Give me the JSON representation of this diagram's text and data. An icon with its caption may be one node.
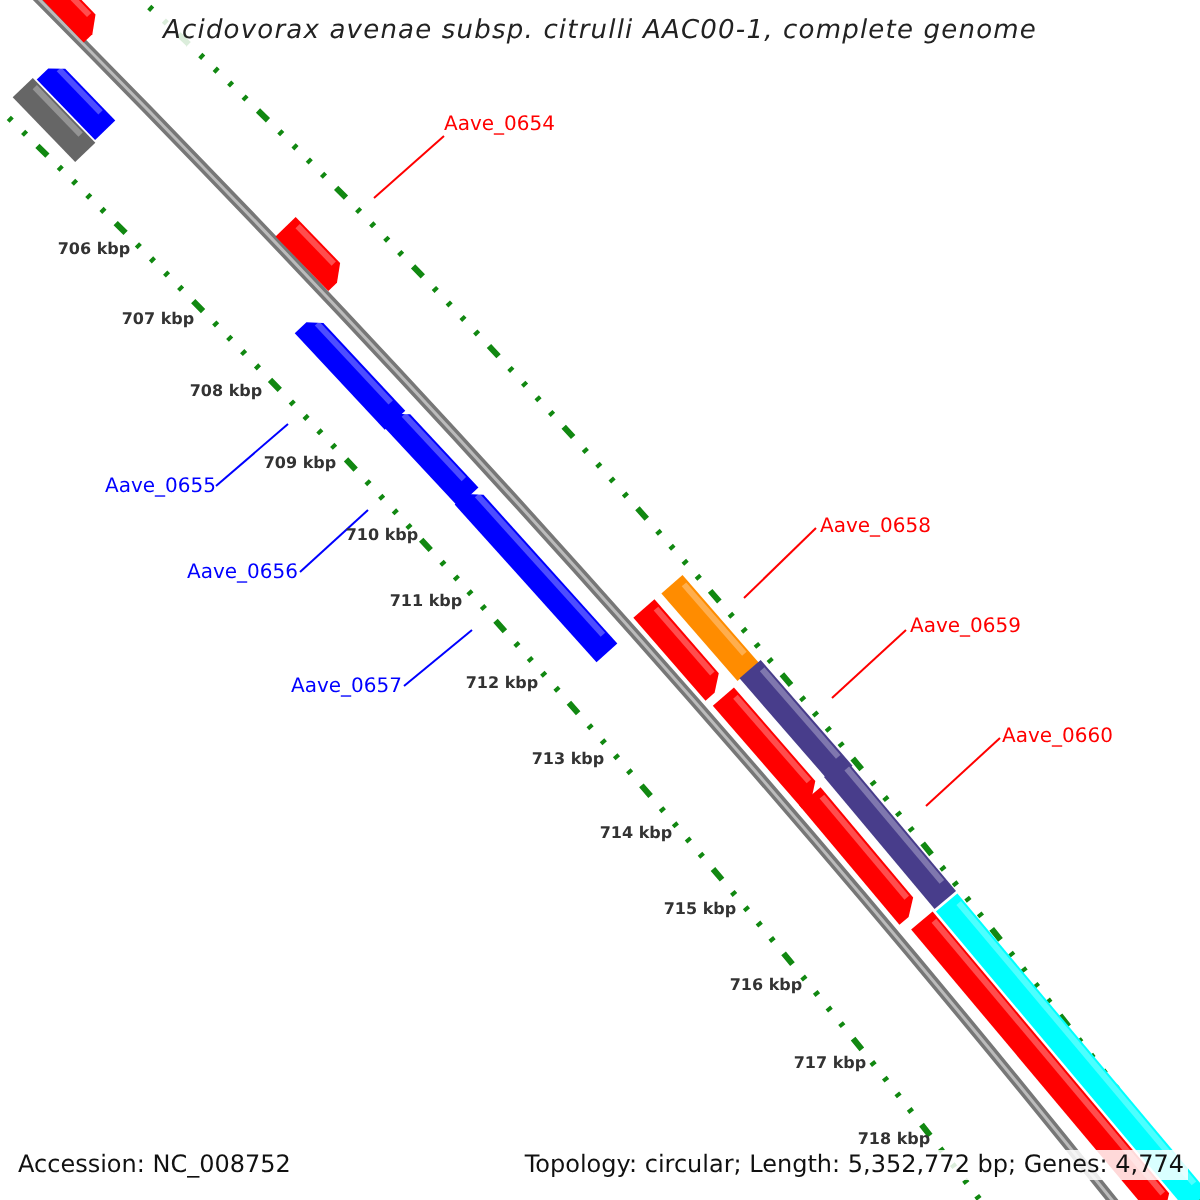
{
  "diagram": {
    "title": "Acidovorax avenae subsp. citrulli AAC00-1, complete genome",
    "nodes": [
      {
        "text": [
          "Aave_0654"
        ]
      },
      {
        "text": [
          "Aave_0655"
        ]
      },
      {
        "text": [
          "Aave_0656"
        ]
      },
      {
        "text": [
          "Aave_0657"
        ]
      },
      {
        "text": [
          "Aave_0658"
        ]
      },
      {
        "text": [
          "Aave_0659"
        ]
      },
      {
        "text": [
          "Aave_0660"
        ]
      }
    ],
    "edges": [
      {
        "from": 0,
        "to": null,
        "arrow": "none"
      },
      {
        "from": 1,
        "to": null,
        "arrow": "none",
        "color": "#0000ff"
      },
      {
        "from": 2,
        "to": null,
        "arrow": "none",
        "color": "#0000ff"
      },
      {
        "from": 3,
        "to": null,
        "arrow": "none",
        "color": "#0000ff"
      },
      {
        "from": 4,
        "to": null,
        "arrow": "none"
      },
      {
        "from": 5,
        "to": null,
        "arrow": "none"
      },
      {
        "from": 6,
        "to": null,
        "arrow": "none"
      }
    ],
    "labels": [
      "706 kbp",
      "707 kbp",
      "708 kbp",
      "709 kbp",
      "710 kbp",
      "711 kbp",
      "712 kbp",
      "713 kbp",
      "714 kbp",
      "715 kbp",
      "716 kbp",
      "717 kbp",
      "718 kbp",
      "Accession: NC_008752",
      "Topology: circular; Length: 5,352,772 bp; Genes: 4,774"
    ]
  }
}
